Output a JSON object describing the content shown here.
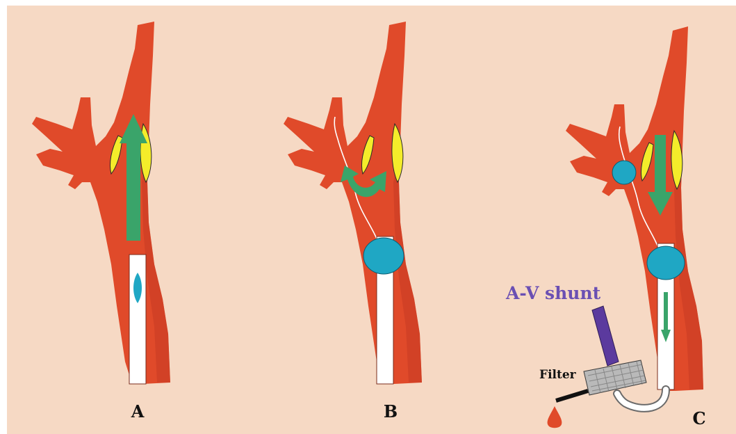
{
  "panels": [
    {
      "label": "A"
    },
    {
      "label": "B"
    },
    {
      "label": "C"
    }
  ],
  "annotations": {
    "shunt_label": "A-V shunt",
    "filter_label": "Filter"
  },
  "colors": {
    "background": "#f6d9c4",
    "artery": "#e04a2a",
    "artery_dark": "#c63a22",
    "plaque": "#f4ec2a",
    "flow_arrow": "#3aa46a",
    "balloon": "#1fa7c4",
    "catheter": "#ffffff",
    "shunt_tube": "#5b3a9e",
    "shunt_text": "#6a4fb3",
    "filter": "#b9b9b9",
    "blood_drop": "#e04a2a"
  }
}
